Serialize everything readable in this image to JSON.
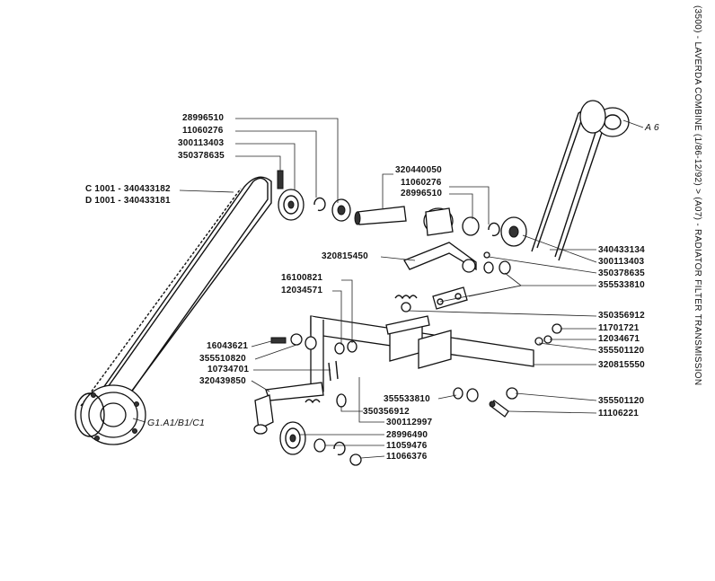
{
  "side_title": "(3500) - LAVERDA COMBINE (1/86-12/92) > (A07) - RADIATOR FILTER TRANSMISSION",
  "labels": {
    "l28996510a": "28996510",
    "l11060276a": "11060276",
    "l300113403a": "300113403",
    "l350378635a": "350378635",
    "lC1001": "C 1001 - 340433182",
    "lD1001": "D 1001 - 340433181",
    "l320440050": "320440050",
    "l11060276b": "11060276",
    "l28996510b": "28996510",
    "lA6": "A 6",
    "l340433134": "340433134",
    "l300113403b": "300113403",
    "l350378635b": "350378635",
    "l355533810a": "355533810",
    "l320815450": "320815450",
    "l16100821": "16100821",
    "l12034571": "12034571",
    "l350356912a": "350356912",
    "l11701721": "11701721",
    "l12034671": "12034671",
    "l355501120a": "355501120",
    "l320815550": "320815550",
    "l16043621": "16043621",
    "l355510820": "355510820",
    "l10734701": "10734701",
    "l320439850": "320439850",
    "l355533810b": "355533810",
    "l350356912b": "350356912",
    "l355501120b": "355501120",
    "l11106221": "11106221",
    "l300112997": "300112997",
    "l28996490": "28996490",
    "l11059476": "11059476",
    "l11066376": "11066376",
    "lG1": "G1.A1/B1/C1"
  }
}
